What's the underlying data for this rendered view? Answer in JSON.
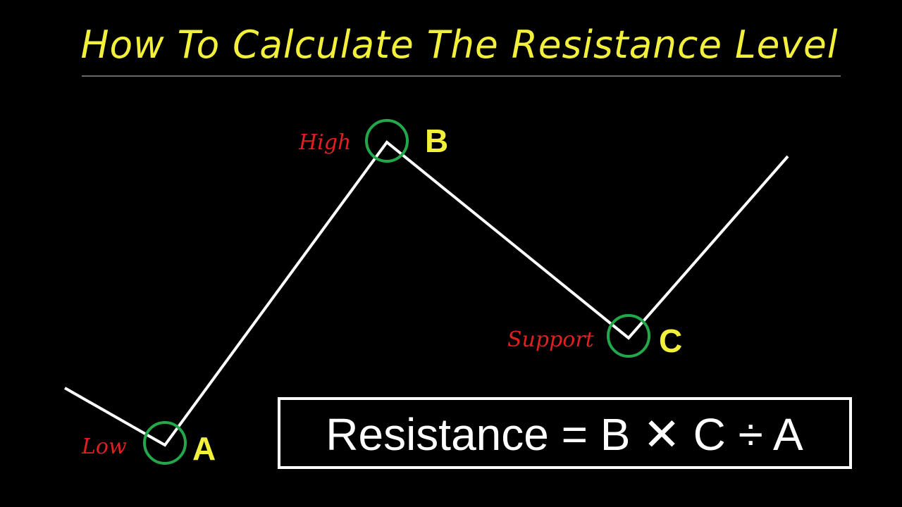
{
  "title": "How To Calculate The Resistance Level",
  "points": {
    "a": {
      "letter": "A",
      "label": "Low"
    },
    "b": {
      "letter": "B",
      "label": "High"
    },
    "c": {
      "letter": "C",
      "label": "Support"
    }
  },
  "formula": "Resistance = B ✕ C ÷ A",
  "colors": {
    "background": "#000000",
    "title": "#f2f03a",
    "line": "#ffffff",
    "circle": "#22a84a",
    "letter": "#f2f03a",
    "label": "#e02020",
    "box": "#ffffff"
  }
}
